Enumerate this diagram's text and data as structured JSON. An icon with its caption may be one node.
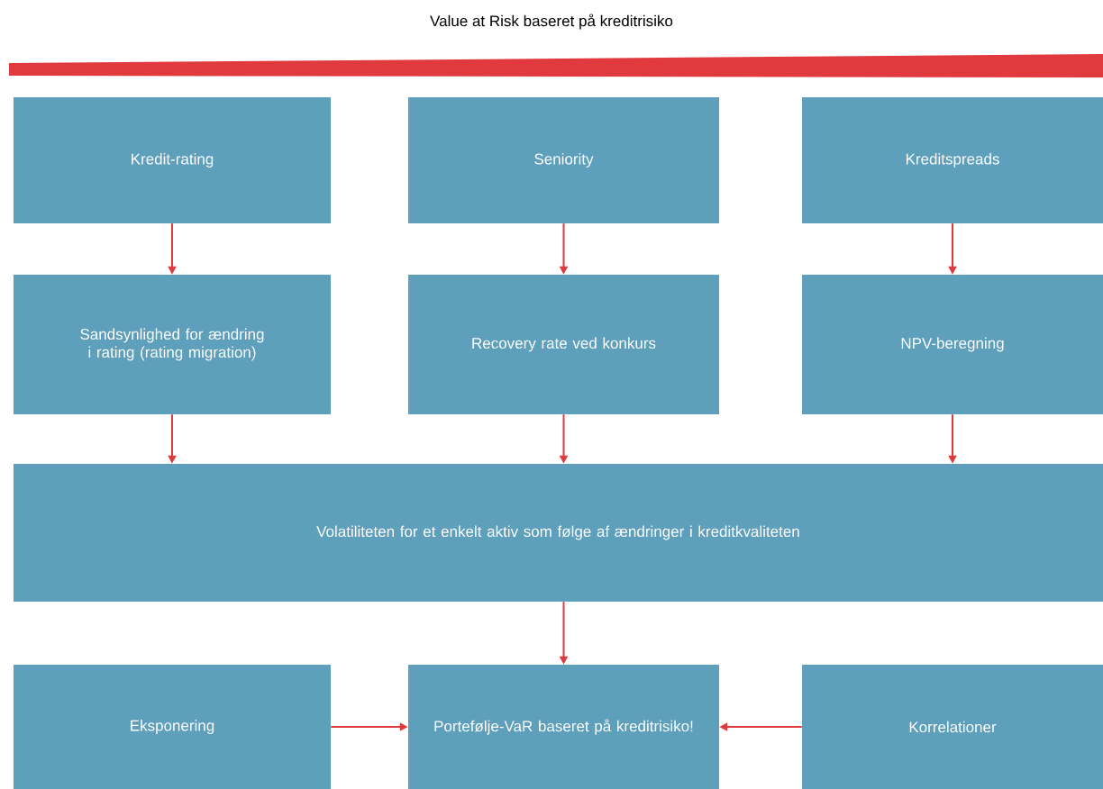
{
  "diagram": {
    "title": "Value at Risk baseret på kreditrisiko",
    "nodes": [
      {
        "text": [
          "Kredit-rating"
        ]
      },
      {
        "text": [
          "Seniority"
        ]
      },
      {
        "text": [
          "Kreditspreads"
        ]
      },
      {
        "text": [
          "Sandsynlighed for ændring i rating (rating migration)"
        ]
      },
      {
        "text": [
          "Recovery rate ved konkurs"
        ]
      },
      {
        "text": [
          "NPV-beregning"
        ]
      },
      {
        "text": [
          "Volatiliteten for et enkelt aktiv som følge af ændringer i kreditkvaliteten"
        ]
      },
      {
        "text": [
          "Eksponering"
        ]
      },
      {
        "text": [
          "Portefølje-VaR baseret på kreditrisiko!"
        ]
      },
      {
        "text": [
          "Korrelationer"
        ]
      }
    ],
    "edges": [
      {
        "from": 0,
        "to": 3,
        "arrow": "to"
      },
      {
        "from": 1,
        "to": 4,
        "arrow": "to"
      },
      {
        "from": 2,
        "to": 5,
        "arrow": "to"
      },
      {
        "from": 3,
        "to": 6,
        "arrow": "to"
      },
      {
        "from": 4,
        "to": 6,
        "arrow": "to"
      },
      {
        "from": 5,
        "to": 6,
        "arrow": "to"
      },
      {
        "from": 6,
        "to": 8,
        "arrow": "to"
      },
      {
        "from": 7,
        "to": 8,
        "arrow": "to"
      },
      {
        "from": 9,
        "to": 8,
        "arrow": "to"
      }
    ]
  }
}
